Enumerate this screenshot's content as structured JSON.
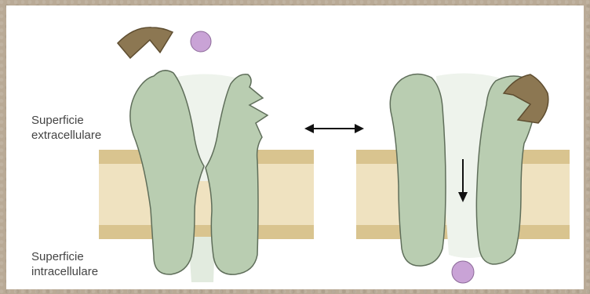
{
  "labels": {
    "extracellular_line1": "Superficie",
    "extracellular_line2": "extracellulare",
    "intracellular_line1": "Superficie",
    "intracellular_line2": "intracellulare"
  },
  "colors": {
    "background": "#b9aa96",
    "membrane_outer": "#d9c48f",
    "membrane_inner": "#efe2c0",
    "protein_fill": "#b9cdb1",
    "protein_stroke": "#5f6e5a",
    "ligand": "#8c7752",
    "ion": "#c9a3d6",
    "pore": "#eef3ec"
  },
  "icons": [
    "ligand-wedge-icon",
    "ion-circle-icon",
    "bidirectional-arrow-icon",
    "down-arrow-icon"
  ]
}
